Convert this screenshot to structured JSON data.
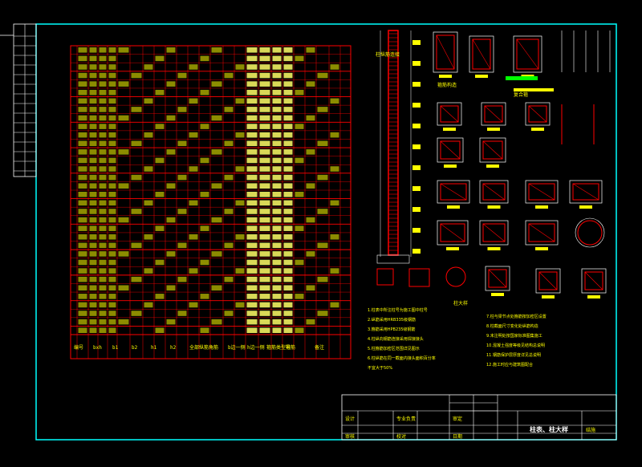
{
  "drawing": {
    "colors": {
      "background": "#000000",
      "frame": "#00ffff",
      "table_lines": "#ff0000",
      "table_text": "#ffff00",
      "white": "#ffffff",
      "green": "#00ff00",
      "magenta": "#ff00ff"
    },
    "table": {
      "rows": 34,
      "footer_labels": [
        "编号",
        "bxh",
        "b1",
        "b2",
        "h1",
        "h2",
        "全部纵筋",
        "角筋",
        "b边一侧",
        "h边一侧",
        "箍筋类型号",
        "箍筋"
      ],
      "footer_right": "备注"
    },
    "notes_left": [
      "1.柱表中所注柱号为施工图中柱号",
      "2.纵筋采用HRB335级钢筋",
      "3.箍筋采用HPB235级钢筋",
      "4.柱纵向钢筋连接采用焊接接头",
      "5.柱箍筋加密区范围详见图示",
      "6.柱纵筋在同一截面内接头面积百分率",
      "不宜大于50%"
    ],
    "notes_right": [
      "7.柱与梁节点处箍筋按加密区设置",
      "8.柱截面尺寸变化处纵筋构造",
      "9.未注明处按国家标准图集施工",
      "10.混凝土强度等级见结构总说明",
      "11.钢筋保护层厚度详见总说明",
      "12.施工时应与建筑图配合"
    ],
    "title_block": {
      "row1": [
        "设计",
        "",
        "专业负责",
        "",
        "审定",
        ""
      ],
      "row2": [
        "审核",
        "",
        "校对",
        "",
        "日期",
        ""
      ],
      "drawing_name": "柱表、柱大样",
      "sheet": "结施"
    },
    "detail_labels": [
      "柱纵筋连接",
      "箍筋构造",
      "复合箍",
      "柱大样"
    ]
  }
}
